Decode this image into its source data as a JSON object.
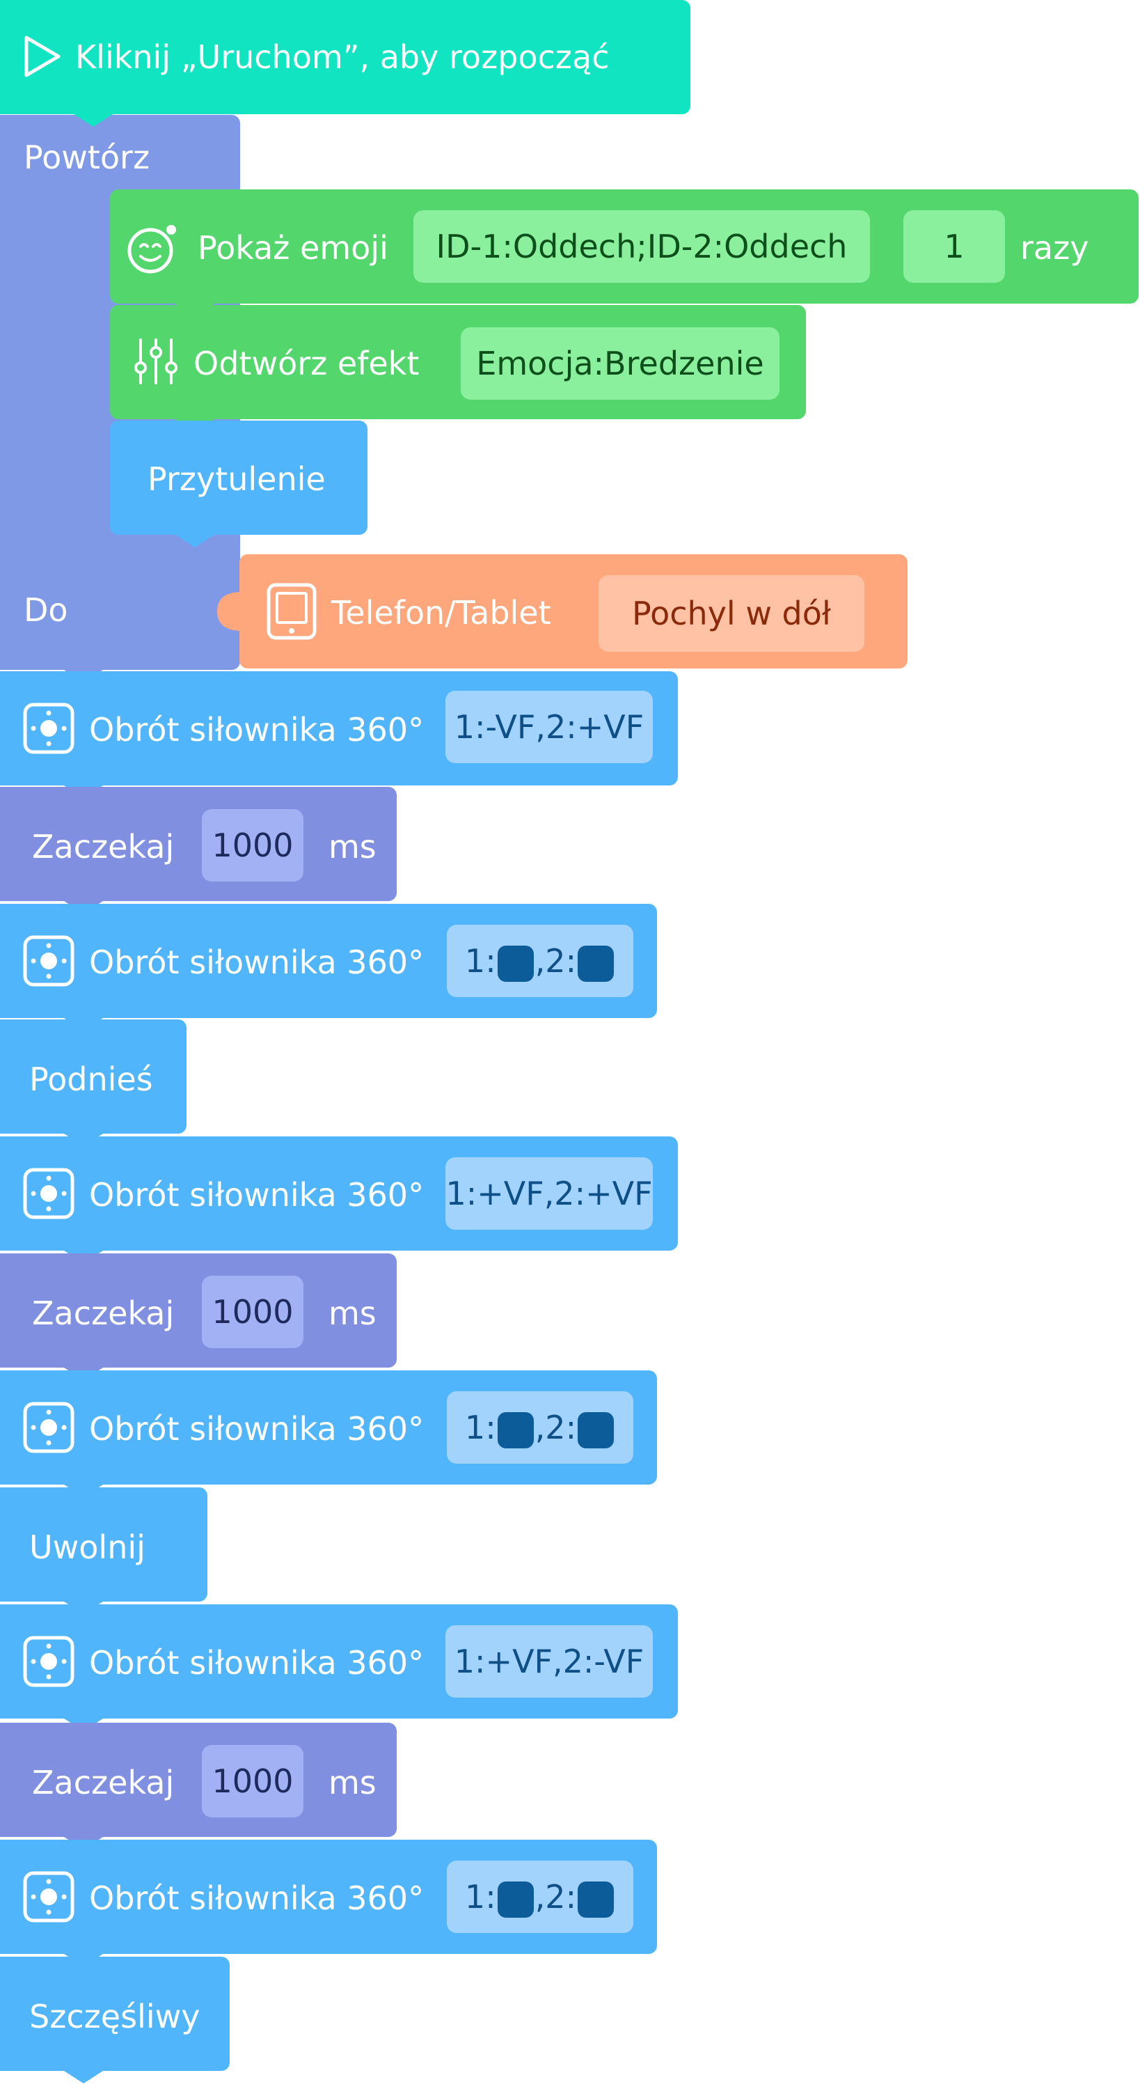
{
  "colors": {
    "start": "#10e4c0",
    "control": "#7f99e6",
    "wait": "#808fe0",
    "green": "#53d66c",
    "green_pill": "#8bf09d",
    "blue": "#51b5fb",
    "blue_pill": "#a1d3fd",
    "orange": "#fea77d",
    "orange_pill": "#ffc2a4",
    "swatch": "#0d5c9a"
  },
  "start": {
    "label": "Kliknij „Uruchom”, aby rozpocząć",
    "icon": "play-icon"
  },
  "repeat": {
    "label": "Powtórz",
    "until_label": "Do"
  },
  "show_emoji": {
    "label": "Pokaż emoji",
    "icon": "emoji-face-icon",
    "value": "ID-1:Oddech;ID-2:Oddech",
    "count": "1",
    "count_unit": "razy"
  },
  "play_effect": {
    "label": "Odtwórz efekt",
    "icon": "sliders-icon",
    "value": "Emocja:Bredzenie"
  },
  "cuddle": {
    "label": "Przytulenie"
  },
  "condition": {
    "label": "Telefon/Tablet",
    "icon": "tablet-icon",
    "value": "Pochyl w dół"
  },
  "servo": {
    "label": "Obrót siłownika 360°",
    "icon": "servo-icon",
    "values": [
      "1:-VF,2:+VF",
      "1:+VF,2:+VF",
      "1:+VF,2:-VF"
    ],
    "stop_prefix_1": "1:",
    "stop_prefix_2": ",2:"
  },
  "wait": {
    "label": "Zaczekaj",
    "value": "1000",
    "unit": "ms"
  },
  "lift": {
    "label": "Podnieś"
  },
  "release": {
    "label": "Uwolnij"
  },
  "happy": {
    "label": "Szczęśliwy"
  }
}
